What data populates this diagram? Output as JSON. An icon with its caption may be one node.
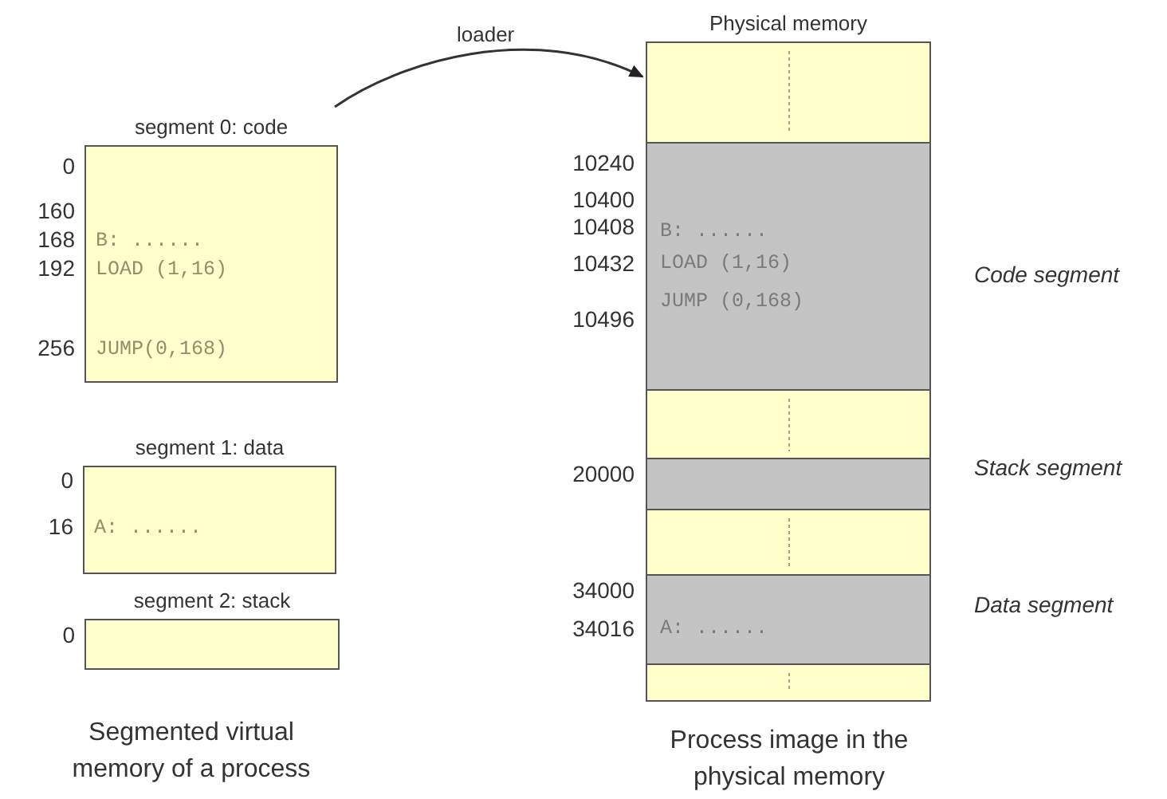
{
  "diagram": {
    "nodes": [
      {
        "text": [
          "segment 0: code",
          "B: ......",
          "LOAD (1,16)",
          "JUMP(0,168)"
        ],
        "beside": [
          "0",
          "160",
          "168",
          "192",
          "256"
        ]
      },
      {
        "text": [
          "segment 1: data",
          "A: ......"
        ],
        "beside": [
          "0",
          "16"
        ]
      },
      {
        "text": [
          "segment 2: stack"
        ],
        "beside": [
          "0"
        ]
      },
      {
        "text": [
          "Physical memory"
        ]
      },
      {
        "text": [],
        "shape": "box",
        "in": 3
      },
      {
        "text": [
          "B: ......",
          "LOAD (1,16)",
          "JUMP (0,168)"
        ],
        "in": 3,
        "beside": [
          "10240",
          "10400",
          "10408",
          "10432",
          "10496",
          "Code segment"
        ]
      },
      {
        "text": [],
        "shape": "box",
        "in": 3
      },
      {
        "text": [],
        "shape": "box",
        "in": 3,
        "beside": [
          "20000",
          "Stack segment"
        ]
      },
      {
        "text": [],
        "shape": "box",
        "in": 3
      },
      {
        "text": [
          "A: ......"
        ],
        "in": 3,
        "beside": [
          "34000",
          "34016",
          "Data segment"
        ]
      },
      {
        "text": [],
        "shape": "box",
        "in": 3
      }
    ],
    "edges": [
      {
        "from": 0,
        "to": 3,
        "arrow": "to",
        "label": "loader"
      }
    ],
    "labels": [
      "Segmented virtual memory of a process",
      "Process image in the physical memory"
    ]
  }
}
